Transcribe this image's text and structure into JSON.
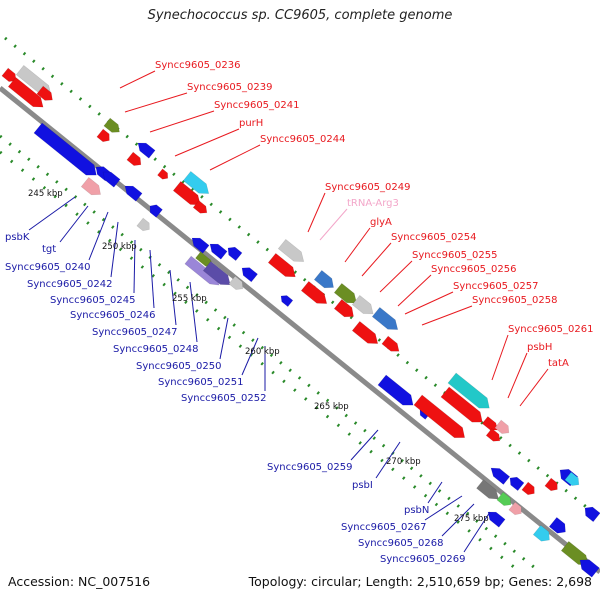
{
  "title": "Synechococcus sp. CC9605, complete genome",
  "accession": "Accession: NC_007516",
  "topology": "Topology: circular; Length: 2,510,659 bp; Genes: 2,698",
  "colors": {
    "forward": "#e8191f",
    "reverse": "#1a1ae0",
    "backbone": "#8a8a8a",
    "tick": "#2a8a2a"
  },
  "kbp_marks": [
    {
      "label": "245 kbp"
    },
    {
      "label": "250 kbp"
    },
    {
      "label": "255 kbp"
    },
    {
      "label": "260 kbp"
    },
    {
      "label": "265 kbp"
    },
    {
      "label": "270 kbp"
    },
    {
      "label": "275 kbp"
    }
  ],
  "top_labels": [
    {
      "text": "Syncc9605_0236",
      "color": "red"
    },
    {
      "text": "Syncc9605_0239",
      "color": "red"
    },
    {
      "text": "Syncc9605_0241",
      "color": "red"
    },
    {
      "text": "purH",
      "color": "red"
    },
    {
      "text": "Syncc9605_0244",
      "color": "red"
    },
    {
      "text": "Syncc9605_0249",
      "color": "red"
    },
    {
      "text": "tRNA-Arg3",
      "color": "pink"
    },
    {
      "text": "glyA",
      "color": "red"
    },
    {
      "text": "Syncc9605_0254",
      "color": "red"
    },
    {
      "text": "Syncc9605_0255",
      "color": "red"
    },
    {
      "text": "Syncc9605_0256",
      "color": "red"
    },
    {
      "text": "Syncc9605_0257",
      "color": "red"
    },
    {
      "text": "Syncc9605_0258",
      "color": "red"
    },
    {
      "text": "Syncc9605_0261",
      "color": "red"
    },
    {
      "text": "psbH",
      "color": "red"
    },
    {
      "text": "tatA",
      "color": "red"
    }
  ],
  "bottom_labels": [
    {
      "text": "psbK",
      "color": "blue"
    },
    {
      "text": "tgt",
      "color": "blue"
    },
    {
      "text": "Syncc9605_0240",
      "color": "blue"
    },
    {
      "text": "Syncc9605_0242",
      "color": "blue"
    },
    {
      "text": "Syncc9605_0245",
      "color": "blue"
    },
    {
      "text": "Syncc9605_0246",
      "color": "blue"
    },
    {
      "text": "Syncc9605_0247",
      "color": "blue"
    },
    {
      "text": "Syncc9605_0248",
      "color": "blue"
    },
    {
      "text": "Syncc9605_0250",
      "color": "blue"
    },
    {
      "text": "Syncc9605_0251",
      "color": "blue"
    },
    {
      "text": "Syncc9605_0252",
      "color": "blue"
    },
    {
      "text": "Syncc9605_0259",
      "color": "blue"
    },
    {
      "text": "psbI",
      "color": "blue"
    },
    {
      "text": "psbN",
      "color": "blue"
    },
    {
      "text": "Syncc9605_0267",
      "color": "blue"
    },
    {
      "text": "Syncc9605_0268",
      "color": "blue"
    },
    {
      "text": "Syncc9605_0269",
      "color": "blue"
    }
  ]
}
